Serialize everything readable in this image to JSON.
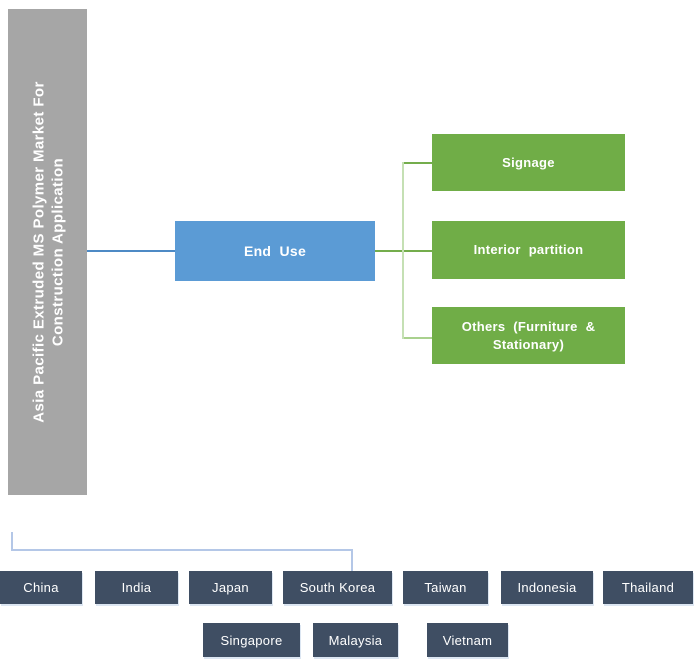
{
  "title": {
    "line1": "Asia Pacific Extruded MS Polymer Market For",
    "line2": "Construction Application"
  },
  "segmentation": {
    "root_label": "End Use",
    "children": [
      "Signage",
      "Interior partition",
      "Others (Furniture & Stationary)"
    ]
  },
  "countries": {
    "row1": [
      "China",
      "India",
      "Japan",
      "South Korea",
      "Taiwan",
      "Indonesia",
      "Thailand"
    ],
    "row2": [
      "Singapore",
      "Malaysia",
      "Vietnam"
    ]
  },
  "colors": {
    "title_bar_bg": "#a6a6a6",
    "root_node_bg": "#5b9bd5",
    "leaf_node_bg": "#70ad47",
    "country_box_bg": "#3f4e63",
    "blue_connector": "#4d8ac5",
    "green_connector": "#74ad4c",
    "light_green_connector": "#c5e0b4",
    "bottom_connector": "#b4c7e7",
    "text": "#ffffff"
  }
}
